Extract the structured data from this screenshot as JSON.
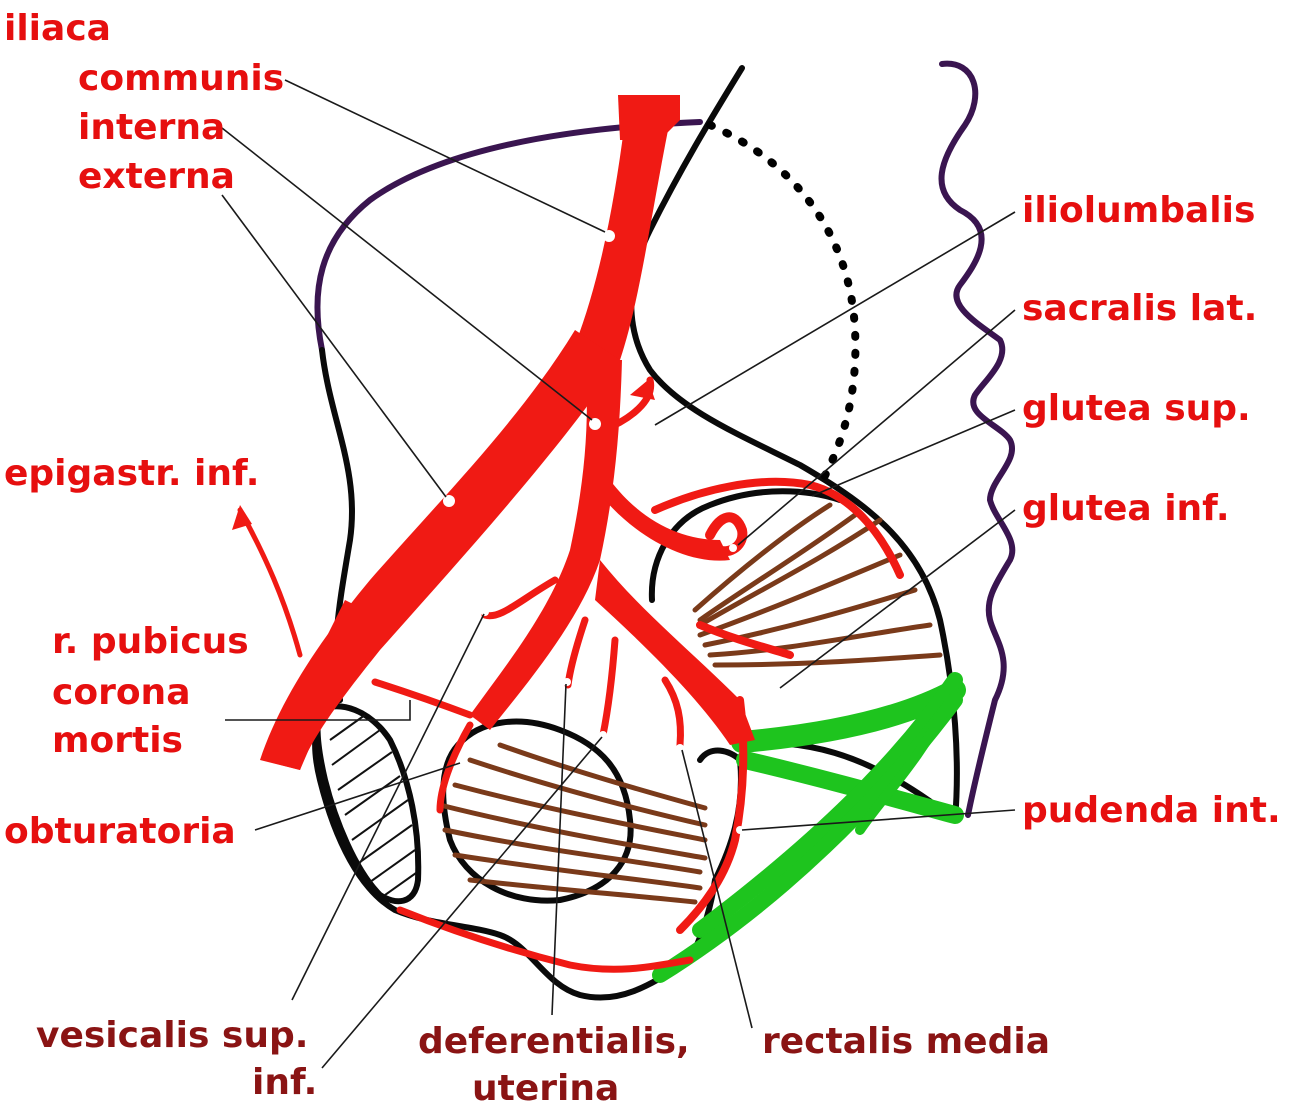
{
  "labels": {
    "iliaca": "iliaca",
    "communis": "communis",
    "interna": "interna",
    "externa": "externa",
    "iliolumbalis": "iliolumbalis",
    "sacralis_lat": "sacralis lat.",
    "glutea_sup": "glutea sup.",
    "glutea_inf": "glutea inf.",
    "epigastr_inf": "epigastr. inf.",
    "r_pubicus": "r. pubicus",
    "corona": "corona",
    "mortis": "mortis",
    "obturatoria": "obturatoria",
    "pudenda_int": "pudenda int.",
    "vesicalis_sup": "vesicalis sup.",
    "inf": "inf.",
    "deferentialis": "deferentialis,",
    "uterina": "uterina",
    "rectalis_media": "rectalis media"
  },
  "colors": {
    "artery": "#f01a14",
    "label_red": "#e60f0f",
    "label_dark": "#8a1414",
    "bone": "#0a0a0a",
    "sacrum": "#3a1550",
    "muscle": "#7a3a1a",
    "ligament": "#1ec41e"
  }
}
